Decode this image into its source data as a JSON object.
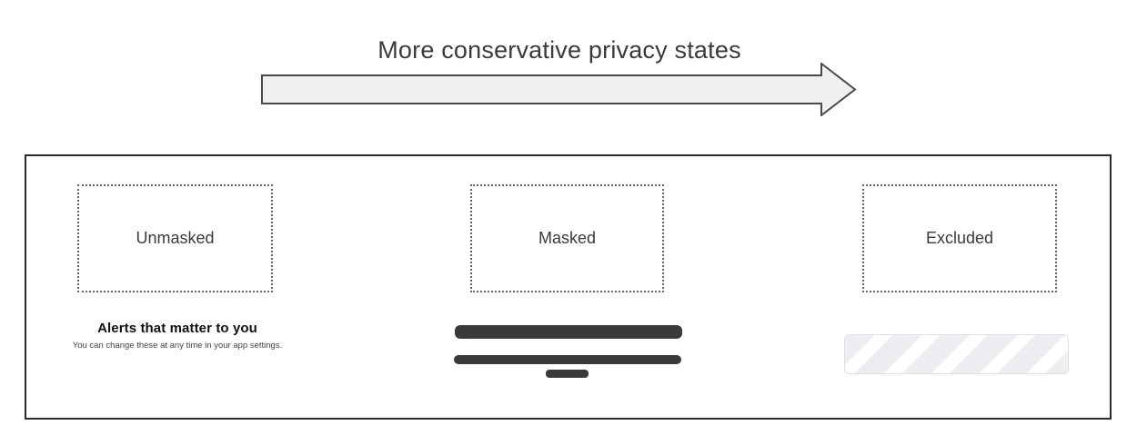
{
  "header": {
    "title": "More conservative privacy states",
    "arrow_icon": "right-arrow"
  },
  "panel": {
    "states": [
      {
        "label": "Unmasked"
      },
      {
        "label": "Masked"
      },
      {
        "label": "Excluded"
      }
    ],
    "examples": {
      "unmasked": {
        "heading": "Alerts that matter to you",
        "body": "You can change these at any time in your app settings."
      },
      "masked": {
        "type": "redacted-bars",
        "bar_count": 3
      },
      "excluded": {
        "type": "hatched-placeholder"
      }
    }
  },
  "colors": {
    "title_text": "#3a3a3a",
    "arrow_fill": "#f0f0f0",
    "arrow_stroke": "#4a4a4a",
    "panel_border": "#2b2b2b",
    "dotted_box_border": "#666666",
    "redacted_bar": "#3a3a3a",
    "hatch_base": "#eceef1",
    "hatch_stripe": "#ffffff"
  }
}
